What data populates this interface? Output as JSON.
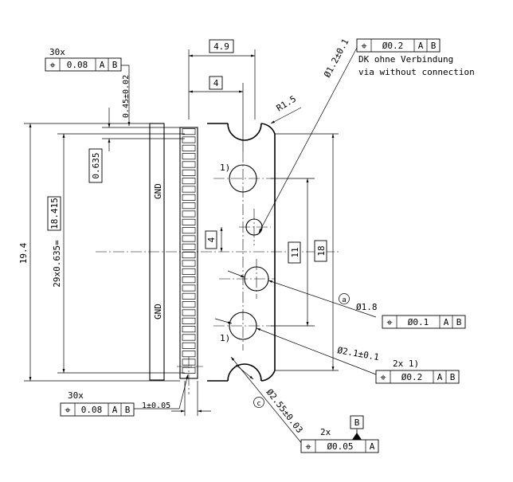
{
  "notes": {
    "dk_german": "DK ohne Verbindung",
    "dk_english": "via without connection"
  },
  "dimensions": {
    "width_4_9": "4.9",
    "width_4": "4",
    "radius": "R1.5",
    "hole_dk": "Ø1.2±0.1",
    "thickness_045": "0.45±0.02",
    "pitch_0635": "0.635",
    "height_19_4": "19.4",
    "pitch_chain_prefix": "29x0.635=",
    "pitch_chain_value": "18.415",
    "vertical_4": "4",
    "vertical_11": "11",
    "vertical_18": "18",
    "hole_1_8": "Ø1.8",
    "hole_2_1": "Ø2.1±0.1",
    "hole_2_55": "Ø2.55±0.03",
    "offset_1": "1±0.05"
  },
  "labels": {
    "gnd_top": "GND",
    "gnd_bottom": "GND",
    "ref_1_top": "1)",
    "ref_1_bottom": "1)",
    "circle_a": "a",
    "circle_c": "c",
    "count_30x_top": "30x",
    "count_30x_bottom": "30x",
    "count_2x_1": "2x 1)",
    "count_2x": "2x",
    "datum_b": "B"
  },
  "frames": {
    "top_right": {
      "symbol": "⌖",
      "tol": "Ø0.2",
      "ref1": "A",
      "ref2": "B"
    },
    "top_left": {
      "symbol": "⌖",
      "tol": "0.08",
      "ref1": "A",
      "ref2": "B"
    },
    "mid_right": {
      "symbol": "⌖",
      "tol": "Ø0.1",
      "ref1": "A",
      "ref2": "B"
    },
    "low_right": {
      "symbol": "⌖",
      "tol": "Ø0.2",
      "ref1": "A",
      "ref2": "B"
    },
    "bottom_left": {
      "symbol": "⌖",
      "tol": "0.08",
      "ref1": "A",
      "ref2": "B"
    },
    "bottom_center": {
      "symbol": "⌖",
      "tol": "Ø0.05",
      "ref1": "A"
    }
  }
}
